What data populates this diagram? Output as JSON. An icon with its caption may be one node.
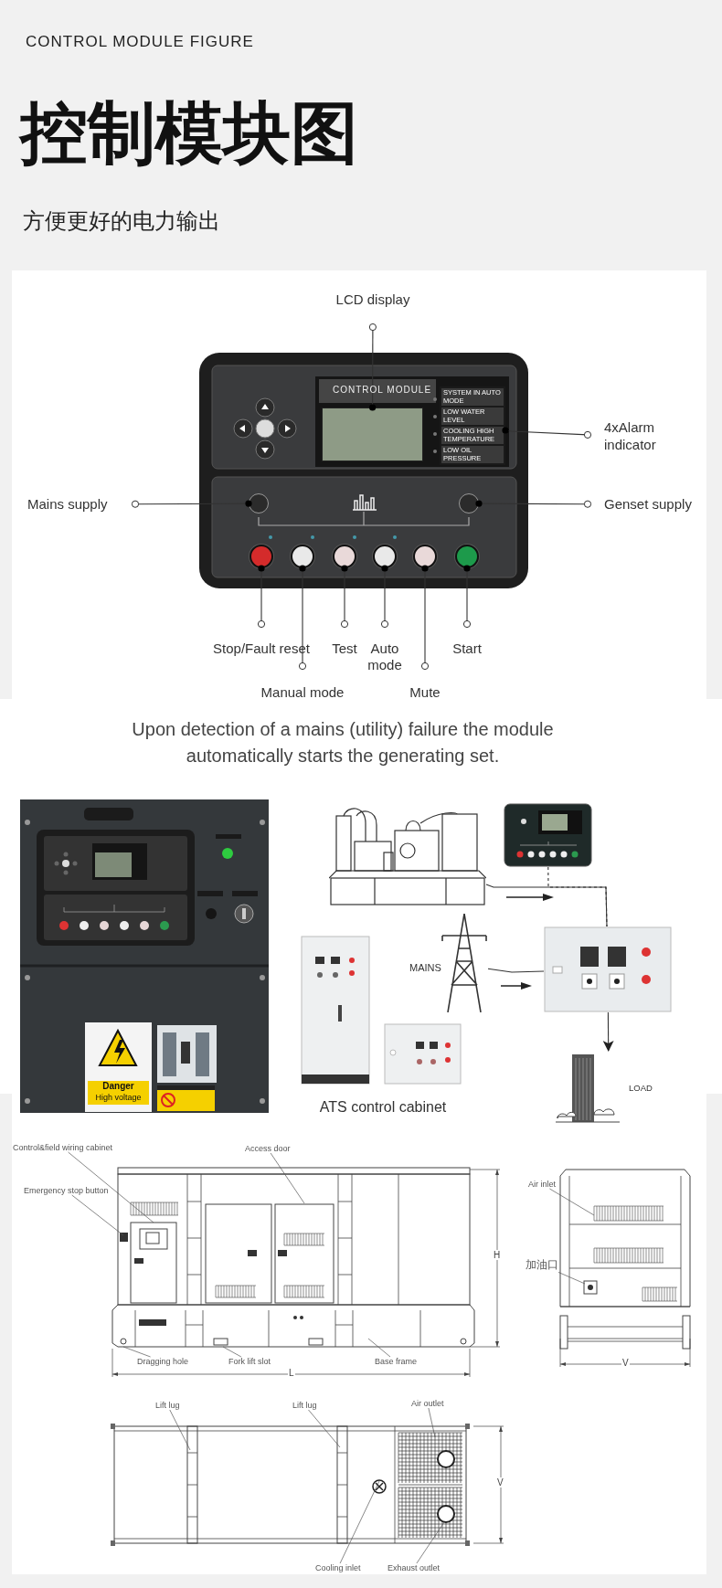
{
  "diagram": {
    "title": "控制模块图",
    "nodes": [
      {
        "text": [
          "LCD display"
        ]
      },
      {
        "text": [],
        "shape": "box"
      },
      {
        "text": [
          "4xAlarm indicator"
        ]
      },
      {
        "text": [
          "SYSTEM IN AUTO MODE",
          "LOW WATER LEVEL",
          "COOLING HIGH TEMPERATURE",
          "LOW OIL PRESSURE"
        ]
      },
      {
        "text": [
          "Mains supply"
        ]
      },
      {
        "text": [],
        "shape": "circle"
      },
      {
        "text": [
          "Genset supply"
        ]
      },
      {
        "text": [],
        "shape": "circle"
      },
      {
        "text": [],
        "shape": "circle"
      },
      {
        "text": [],
        "shape": "circle"
      },
      {
        "text": [],
        "shape": "circle"
      },
      {
        "text": [],
        "shape": "circle"
      },
      {
        "text": [],
        "shape": "circle"
      },
      {
        "text": [],
        "shape": "circle"
      },
      {
        "text": [
          "Stop/Fault reset"
        ]
      },
      {
        "text": [
          "Test"
        ]
      },
      {
        "text": [
          "Auto mode"
        ]
      },
      {
        "text": [
          "Start"
        ]
      },
      {
        "text": [
          "Manual mode"
        ]
      },
      {
        "text": [
          "Mute"
        ]
      },
      {
        "text": [],
        "shape": "picture"
      },
      {
        "text": [],
        "shape": "picture"
      },
      {
        "text": [
          "MAINS"
        ]
      },
      {
        "text": [],
        "shape": "picture"
      },
      {
        "text": [
          "LOAD"
        ]
      },
      {
        "text": [
          "Control&field wiring cabinet"
        ]
      },
      {
        "text": [
          "Emergency stop button"
        ]
      },
      {
        "text": [
          "Access door"
        ]
      },
      {
        "text": [
          "Dragging hole"
        ]
      },
      {
        "text": [
          "Fork lift slot"
        ]
      },
      {
        "text": [
          "Base frame"
        ]
      },
      {
        "text": [
          "Air inlet"
        ]
      },
      {
        "text": [
          "加油口"
        ]
      },
      {
        "text": [
          "Lift lug"
        ]
      },
      {
        "text": [
          "Lift lug"
        ]
      },
      {
        "text": [
          "Air outlet"
        ]
      },
      {
        "text": [
          "Cooling inlet"
        ]
      },
      {
        "text": [
          "Exhaust outlet"
        ]
      }
    ],
    "edges": [
      {
        "from": 0,
        "to": 1,
        "arrow": "other"
      },
      {
        "from": 2,
        "to": 3,
        "arrow": "other"
      },
      {
        "from": 4,
        "to": 5,
        "arrow": "other"
      },
      {
        "from": 6,
        "to": 7,
        "arrow": "other"
      },
      {
        "from": 14,
        "to": 8,
        "arrow": "other"
      },
      {
        "from": 18,
        "to": 9,
        "arrow": "other"
      },
      {
        "from": 15,
        "to": 10,
        "arrow": "other"
      },
      {
        "from": 16,
        "to": 11,
        "arrow": "other"
      },
      {
        "from": 19,
        "to": 12,
        "arrow": "other"
      },
      {
        "from": 17,
        "to": 13,
        "arrow": "other"
      },
      {
        "from": 20,
        "to": 23,
        "arrow": "none"
      },
      {
        "from": 21,
        "to": 23,
        "arrow": "none",
        "style": "dashed"
      },
      {
        "from": 22,
        "to": 23,
        "arrow": "none"
      },
      {
        "from": 23,
        "to": 24,
        "arrow": "to"
      },
      {
        "from": 25,
        "to": null,
        "arrow": "none"
      },
      {
        "from": 26,
        "to": null,
        "arrow": "none"
      },
      {
        "from": 27,
        "to": null,
        "arrow": "none"
      },
      {
        "from": 28,
        "to": null,
        "arrow": "none"
      },
      {
        "from": 29,
        "to": null,
        "arrow": "none"
      },
      {
        "from": 30,
        "to": null,
        "arrow": "none"
      },
      {
        "from": 31,
        "to": null,
        "arrow": "none"
      },
      {
        "from": 32,
        "to": null,
        "arrow": "none"
      },
      {
        "from": 33,
        "to": null,
        "arrow": "none"
      },
      {
        "from": 34,
        "to": null,
        "arrow": "none"
      },
      {
        "from": 35,
        "to": null,
        "arrow": "none"
      },
      {
        "from": 36,
        "to": null,
        "arrow": "none"
      },
      {
        "from": 37,
        "to": null,
        "arrow": "none"
      }
    ],
    "labels": [
      "CONTROL MODULE FIGURE",
      "方便更好的电力输出",
      "CONTROL MODULE",
      "Upon detection of a mains (utility) failure the module automatically starts the generating set.",
      "Danger",
      "High voltage",
      "ATS control cabinet",
      "H",
      "L",
      "V",
      "V"
    ]
  }
}
